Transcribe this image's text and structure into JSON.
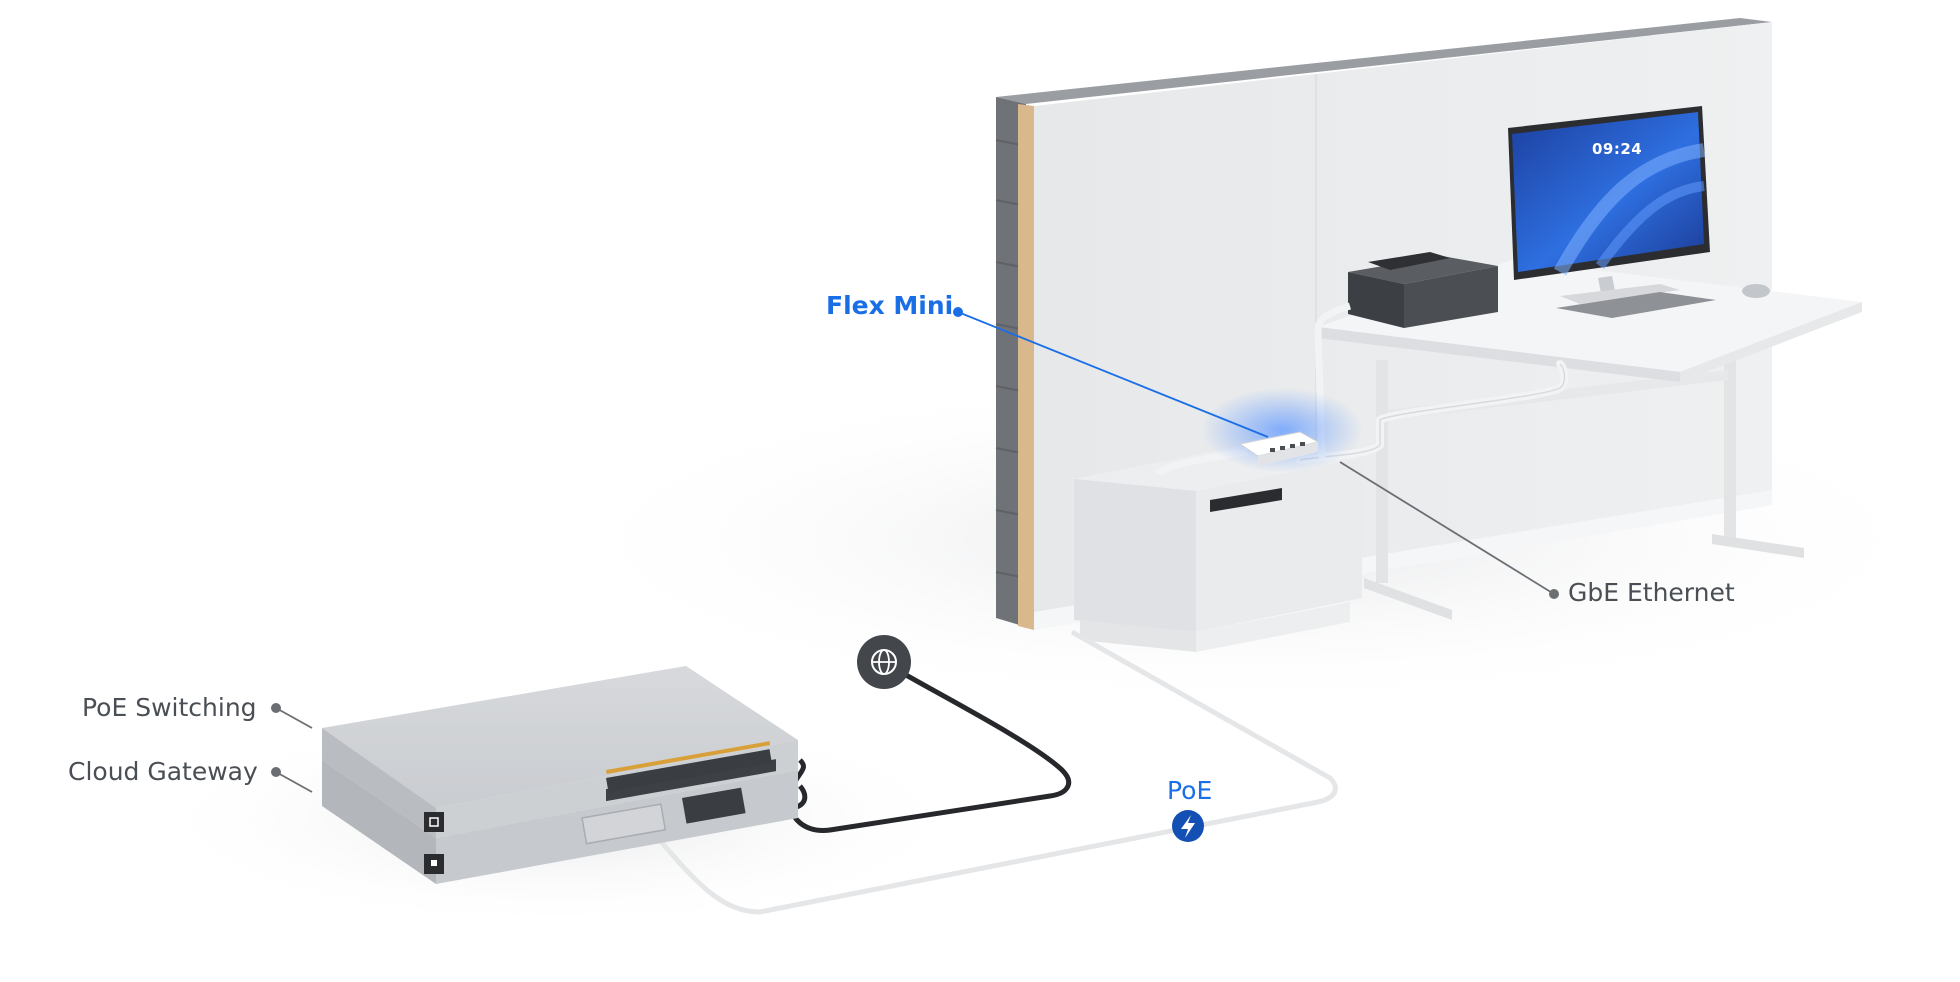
{
  "labels": {
    "flex_mini": "Flex Mini",
    "gbe_ethernet": "GbE Ethernet",
    "poe_switching": "PoE Switching",
    "cloud_gateway": "Cloud Gateway",
    "poe": "PoE"
  },
  "monitor": {
    "clock": "09:24"
  },
  "icons": {
    "internet": "globe-icon",
    "poe": "lightning-bolt-icon"
  },
  "colors": {
    "accent_blue": "#1a6ee6",
    "label_gray": "#4a4f55",
    "poe_badge": "#1450b4",
    "globe_badge": "#43474c"
  }
}
